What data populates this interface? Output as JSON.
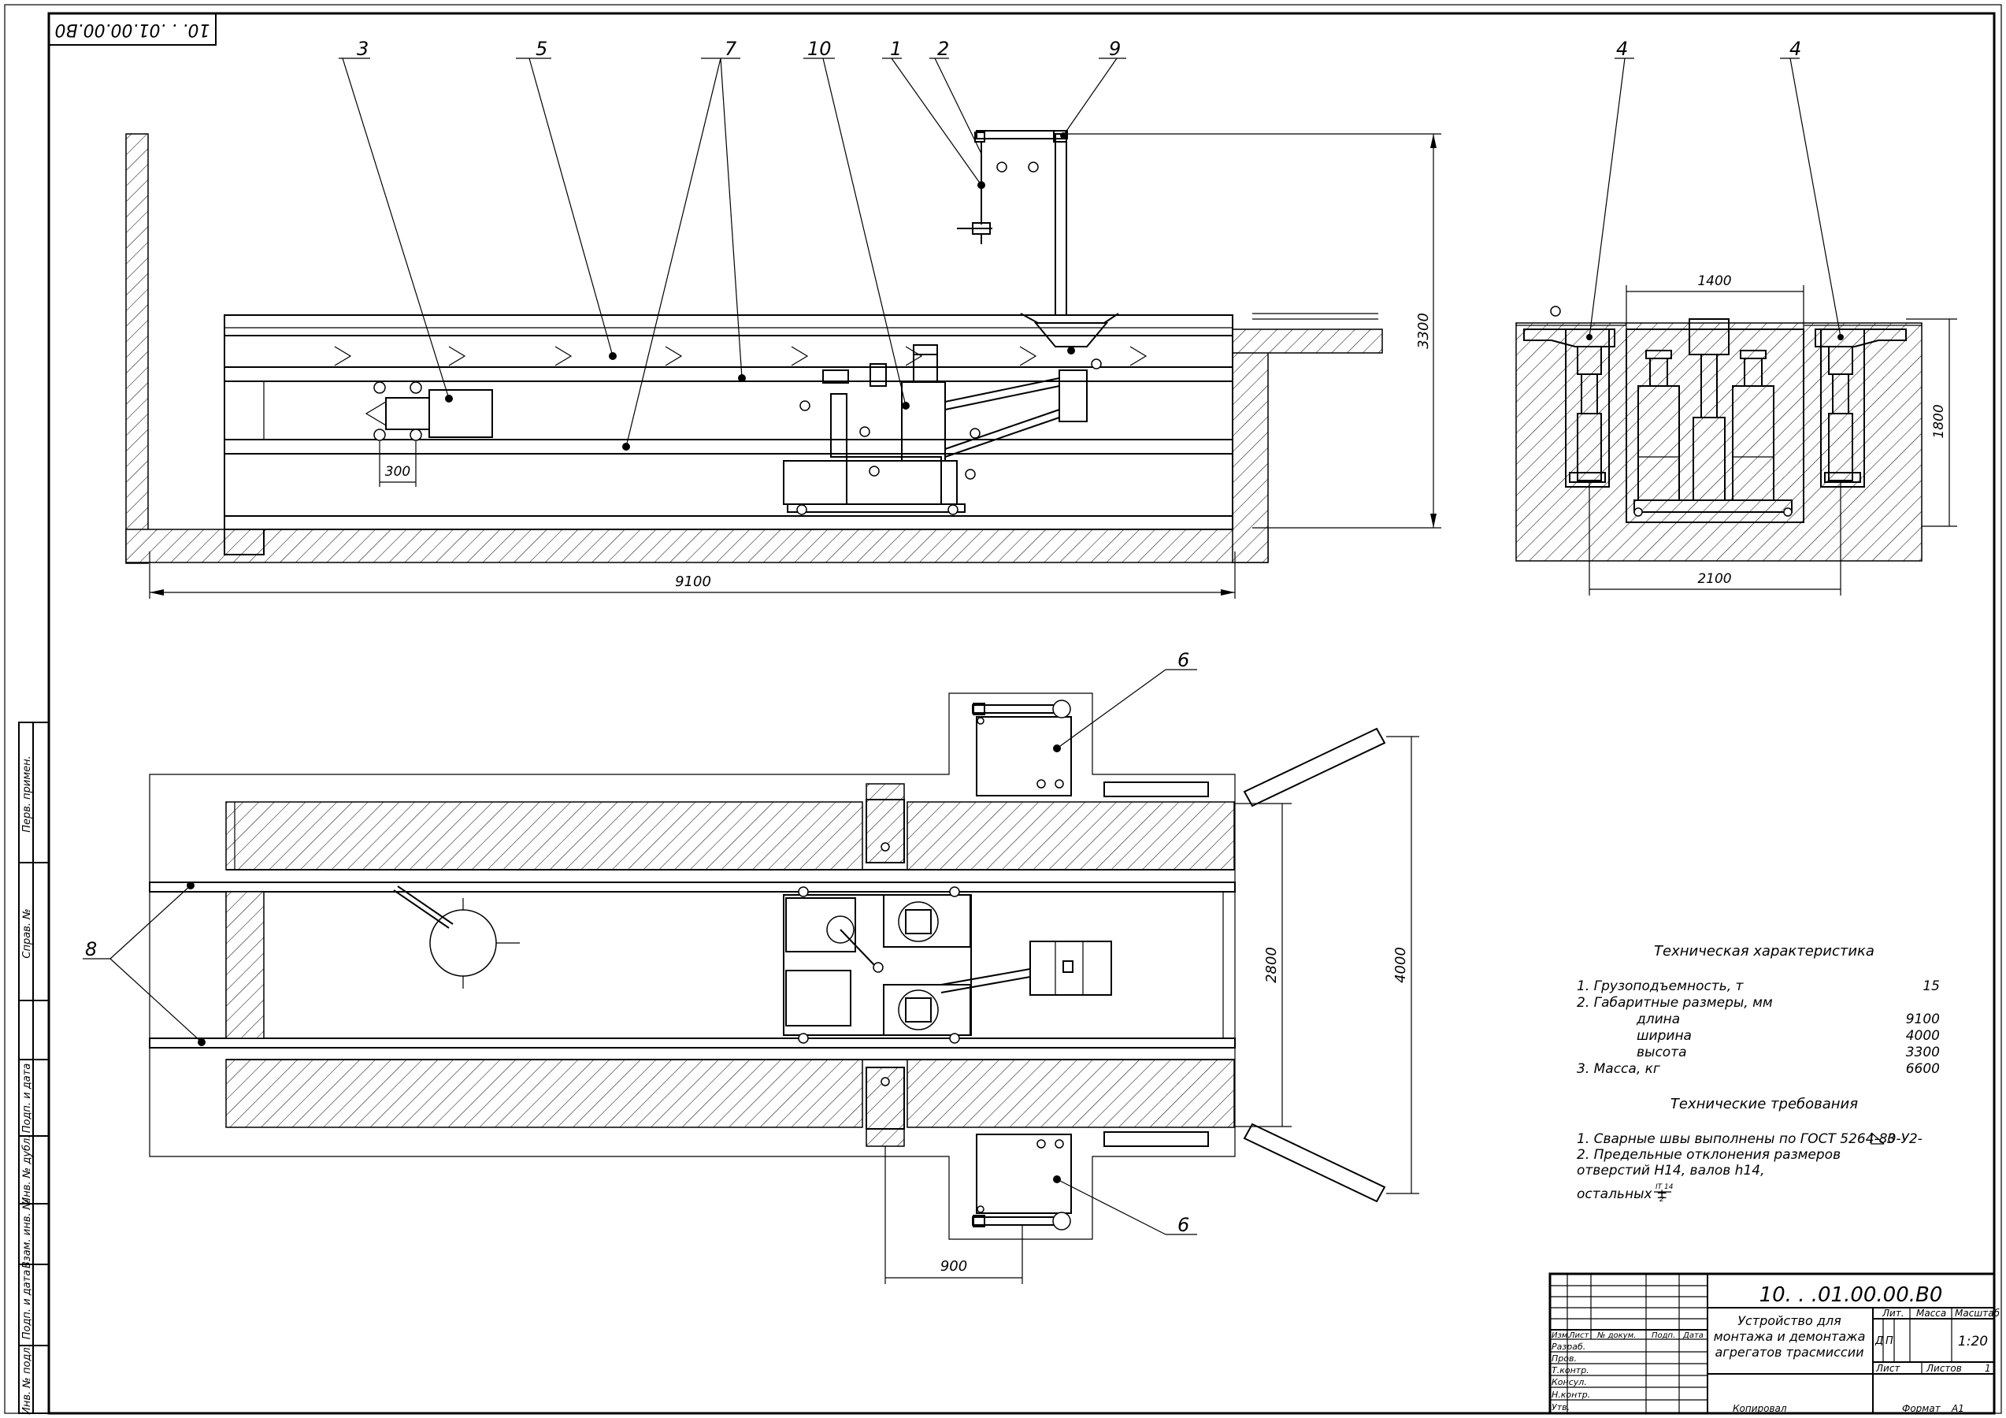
{
  "stamp_top": "10. . .01.00.00.В0",
  "callouts": {
    "c1": "1",
    "c2": "2",
    "c3": "3",
    "c4a": "4",
    "c4b": "4",
    "c5": "5",
    "c6a": "6",
    "c6b": "6",
    "c7": "7",
    "c8": "8",
    "c9": "9",
    "c10": "10"
  },
  "dimensions": {
    "length": "9100",
    "height": "3300",
    "pitch": "300",
    "side_width_top": "1400",
    "side_depth": "1800",
    "side_width_bottom": "2100",
    "track_width": "2800",
    "overall_width": "4000",
    "offset": "900"
  },
  "tech_spec": {
    "title": "Техническая характеристика",
    "rows": [
      {
        "label": "1. Грузоподъемность, т",
        "value": "15"
      },
      {
        "label": "2. Габаритные размеры, мм",
        "value": ""
      },
      {
        "label": "длина",
        "value": "9100"
      },
      {
        "label": "ширина",
        "value": "4000"
      },
      {
        "label": "высота",
        "value": "3300"
      },
      {
        "label": "3. Масса, кг",
        "value": "6600"
      }
    ]
  },
  "tech_req": {
    "title": "Технические требования",
    "lines": [
      "1. Сварные швы выполнены по ГОСТ 5264-80-У2-",
      "3",
      "2. Предельные отклонения размеров",
      "отверстий H14, валов h14,",
      "остальных ±",
      "IT 14",
      "2"
    ]
  },
  "side_stamp": [
    "Перв. примен.",
    "Справ. №",
    "Подп. и дата",
    "Инв. № дубл.",
    "Взам. инв. №",
    "Подп. и дата",
    "Инв. № подл."
  ],
  "title_block": {
    "code": "10. . .01.00.00.В0",
    "name": [
      "Устройство для",
      "монтажа и демонтажа",
      "агрегатов трасмиссии"
    ],
    "col_headers": [
      "Изм.",
      "Лист",
      "№ докум.",
      "Подп.",
      "Дата"
    ],
    "roles": [
      "Разраб.",
      "Пров.",
      "Т.контр.",
      "Консул.",
      "Н.контр.",
      "Утв."
    ],
    "lit_header": "Лит.",
    "mass_header": "Масса",
    "scale_header": "Масштаб",
    "lit_letters": [
      "Д",
      "П"
    ],
    "scale": "1:20",
    "sheet_label": "Лист",
    "sheets_label": "Листов",
    "sheets_count": "1",
    "copied": "Копировал",
    "format_label": "Формат",
    "format": "А1"
  }
}
